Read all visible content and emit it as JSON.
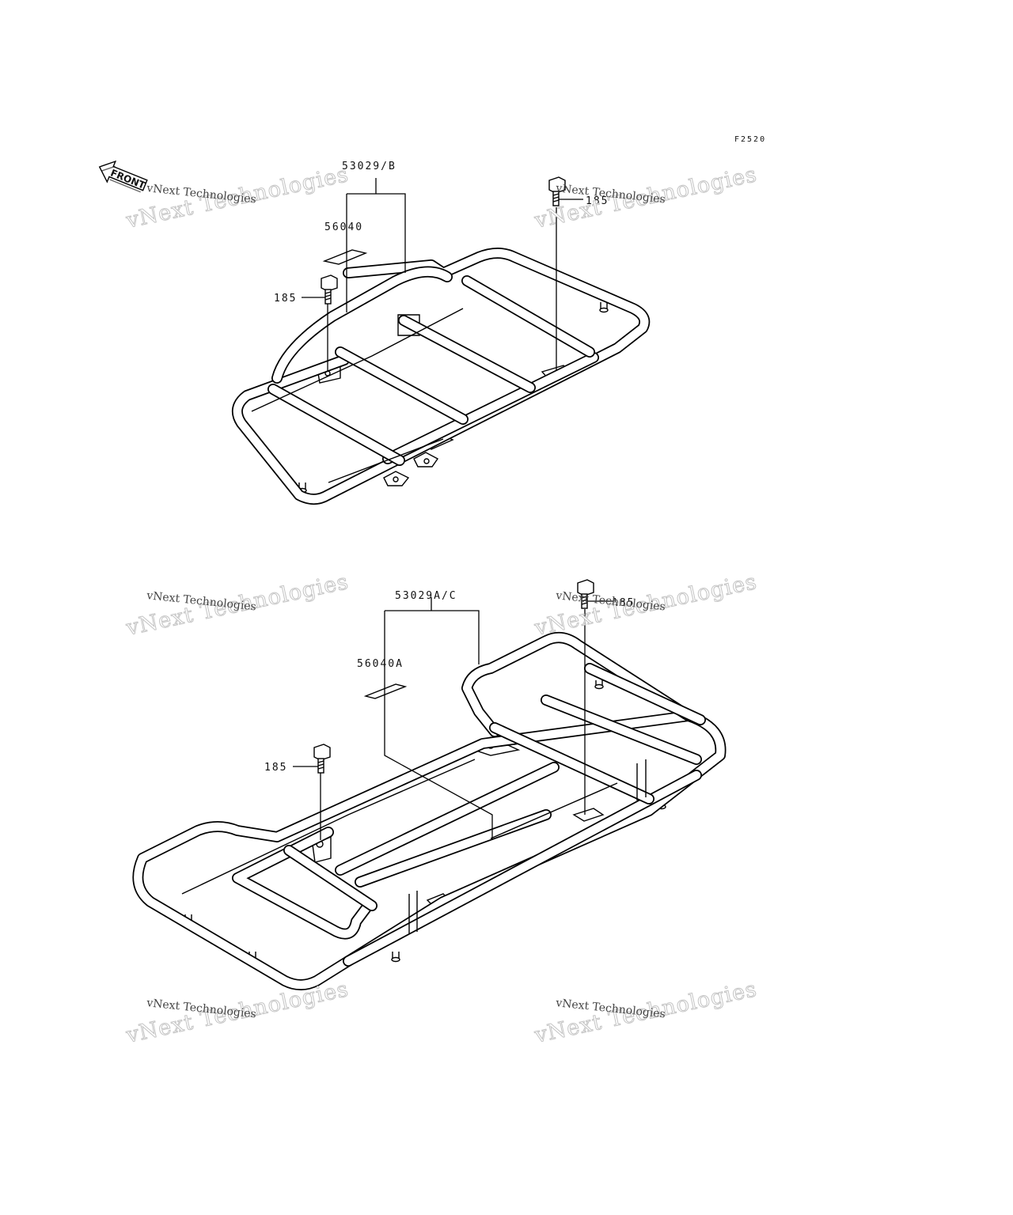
{
  "figure_code": "F2520",
  "front_label": "FRONT",
  "upper_carrier": {
    "callouts": {
      "carrier": "53029/B",
      "label": "56040",
      "bolt_left": "185",
      "bolt_right": "185"
    }
  },
  "lower_carrier": {
    "callouts": {
      "carrier": "53029A/C",
      "label": "56040A",
      "bolt_left": "185",
      "bolt_right": "185"
    }
  },
  "watermark": {
    "big": "vNext Technologies",
    "small": "vNext Technologies"
  }
}
